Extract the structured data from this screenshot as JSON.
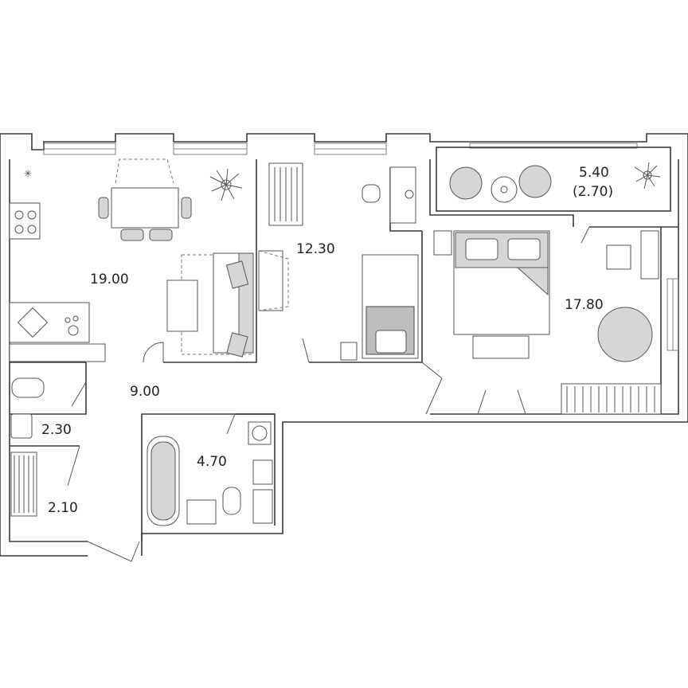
{
  "rooms": {
    "living_kitchen": {
      "area": "19.00"
    },
    "bedroom_small": {
      "area": "12.30"
    },
    "loggia": {
      "area": "5.40",
      "note": "(2.70)"
    },
    "bedroom_large": {
      "area": "17.80"
    },
    "hallway": {
      "area": "9.00"
    },
    "wc": {
      "area": "2.30"
    },
    "storage": {
      "area": "2.10"
    },
    "bathroom": {
      "area": "4.70"
    }
  },
  "colors": {
    "wall": "#3a3a3a",
    "furniture_fill": "#d6d6d6",
    "background": "#ffffff"
  }
}
